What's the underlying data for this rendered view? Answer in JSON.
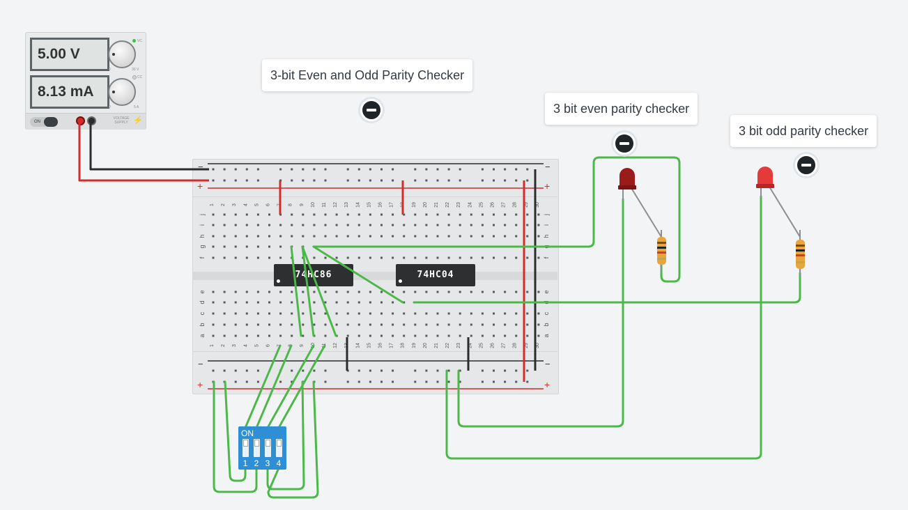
{
  "power_supply": {
    "voltage": "5.00 V",
    "current": "8.13 mA",
    "switch_label": "ON",
    "knob_v_labels": {
      "zero": "0",
      "max": "30 V"
    },
    "knob_a_labels": {
      "zero": "0",
      "max": "5 A"
    },
    "mode_labels": {
      "cv": "VC",
      "cc": "CC"
    },
    "brand": "VOLTAGE SUPPLY"
  },
  "annotations": [
    {
      "text": "3-bit Even and Odd Parity Checker"
    },
    {
      "text": "3 bit even parity checker"
    },
    {
      "text": "3 bit odd parity checker"
    }
  ],
  "breadboard": {
    "rail_minus": "−",
    "rail_plus": "+",
    "row_letters_top": [
      "f",
      "g",
      "h",
      "i",
      "j"
    ],
    "row_letters_bottom": [
      "a",
      "b",
      "c",
      "d",
      "e"
    ],
    "columns": [
      "1",
      "2",
      "3",
      "4",
      "5",
      "6",
      "7",
      "8",
      "9",
      "10",
      "11",
      "12",
      "13",
      "14",
      "15",
      "16",
      "17",
      "18",
      "19",
      "20",
      "21",
      "22",
      "23",
      "24",
      "25",
      "26",
      "27",
      "28",
      "29",
      "30"
    ]
  },
  "chips": [
    {
      "label": "74HC86"
    },
    {
      "label": "74HC04"
    }
  ],
  "dip_switch": {
    "on_label": "ON",
    "switch_numbers": [
      "1",
      "2",
      "3",
      "4"
    ]
  },
  "colors": {
    "wire_green": "#4cb849",
    "wire_red": "#d62b2b",
    "wire_black": "#2b2b2b",
    "led_even": "#9b1b1b",
    "led_odd": "#e53a3a",
    "dip_blue": "#2f8fd6"
  }
}
